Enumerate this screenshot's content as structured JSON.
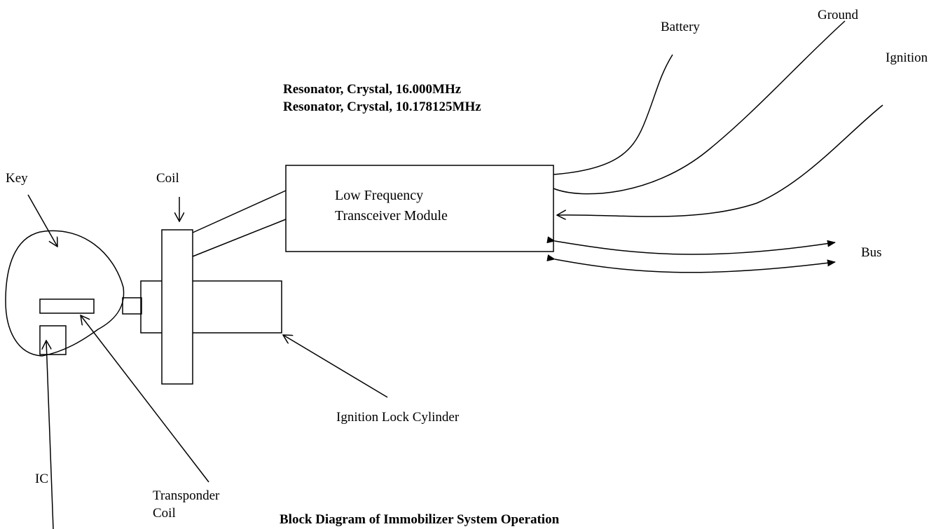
{
  "labels": {
    "battery": "Battery",
    "ground": "Ground",
    "ignition": "Ignition",
    "resonator_1": "Resonator, Crystal, 16.000MHz",
    "resonator_2": "Resonator, Crystal, 10.178125MHz",
    "key": "Key",
    "coil": "Coil",
    "module_line_1": "Low Frequency",
    "module_line_2": "Transceiver Module",
    "bus": "Bus",
    "ignition_lock_cylinder": "Ignition Lock Cylinder",
    "ic": "IC",
    "transponder_line_1": "Transponder",
    "transponder_line_2": "Coil",
    "caption": "Block Diagram of Immobilizer System Operation"
  }
}
